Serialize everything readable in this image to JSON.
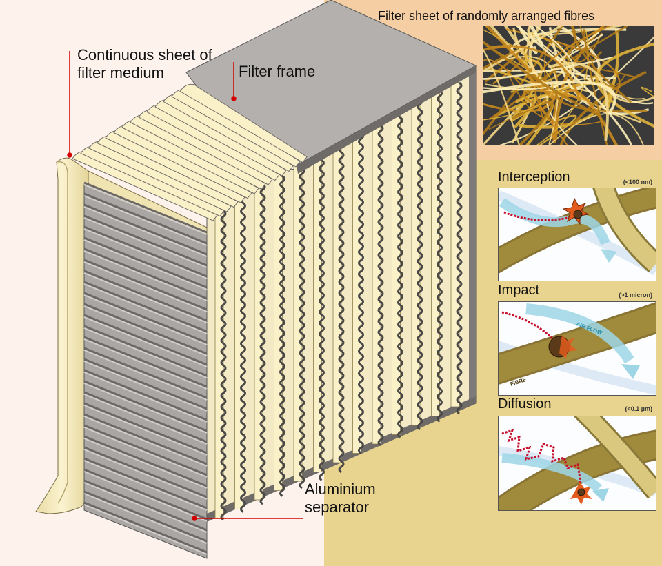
{
  "labels": {
    "medium": "Continuous sheet of filter medium",
    "frame": "Filter frame",
    "separator": "Aluminium separator",
    "sheet": "Filter sheet of randomly arranged fibres"
  },
  "mechanisms": [
    {
      "title": "Interception",
      "size": "(<100 nm)"
    },
    {
      "title": "Impact",
      "size": "(>1 micron)",
      "flow_label": "AIR FLOW",
      "fibre_label": "FIBRE"
    },
    {
      "title": "Diffusion",
      "size": "(<0.1 µm)"
    }
  ],
  "colors": {
    "medium": "#f7ecc0",
    "separator": "#a9a6a3",
    "frame": "#b3b0ad",
    "fibre": "#a08a3c",
    "fibre_light": "#d9c87e",
    "airflow": "#9ed6e6",
    "particle_path": "#c8102e",
    "leader": "#d40000"
  }
}
